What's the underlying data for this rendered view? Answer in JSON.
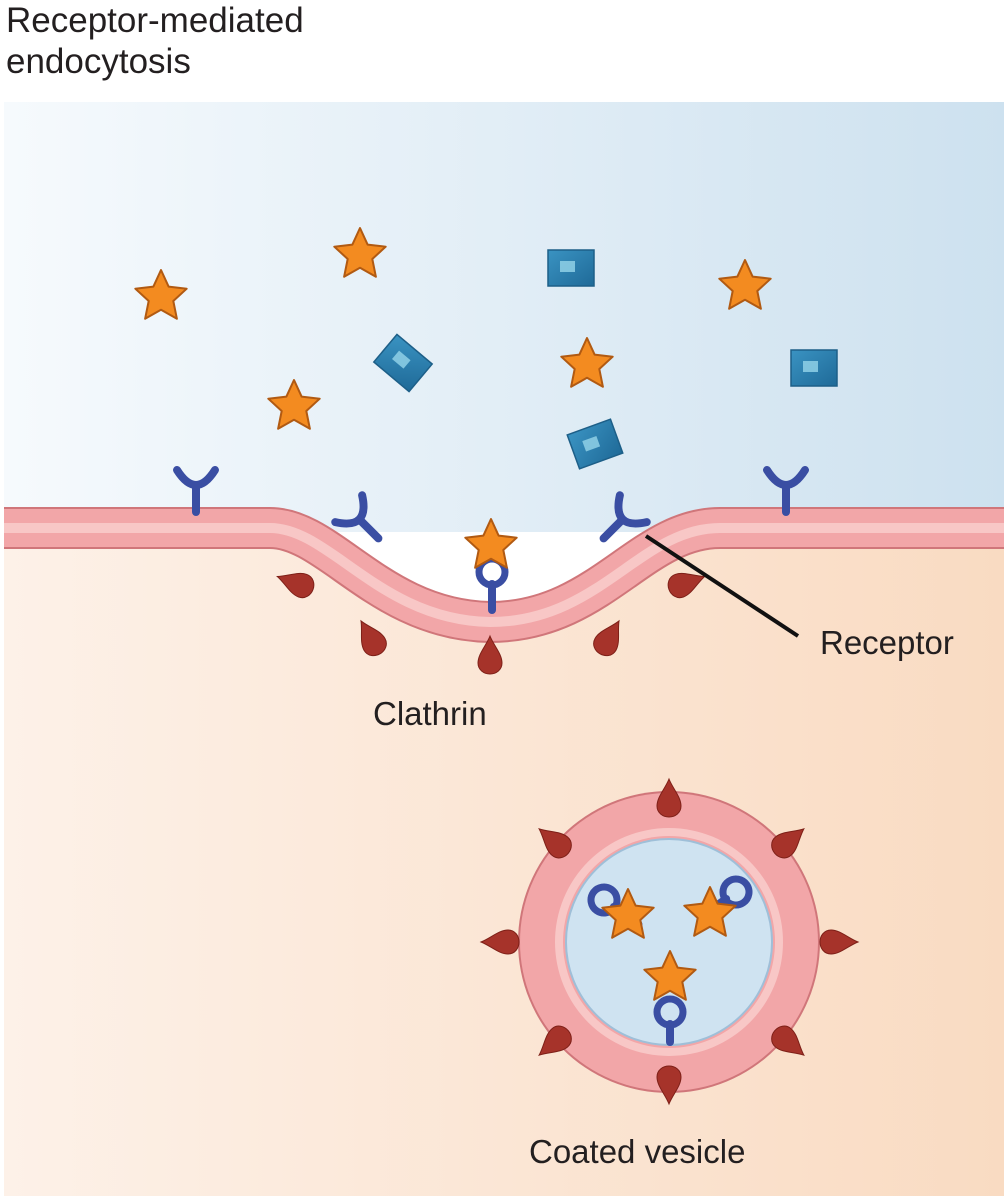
{
  "title": {
    "line1": "Receptor-mediated",
    "line2": "endocytosis"
  },
  "labels": {
    "receptor": "Receptor",
    "clathrin": "Clathrin",
    "coated_vesicle": "Coated vesicle"
  },
  "colors": {
    "extracellular_light": "#f4f9fd",
    "extracellular_dark": "#cfe2f0",
    "cytoplasm_light": "#fdf0e6",
    "cytoplasm_dark": "#fadcc3",
    "membrane_outer": "#f2a8aa",
    "membrane_inner": "#f7c3c3",
    "membrane_edge": "#d0767a",
    "receptor": "#3a4ea3",
    "ligand_star": "#f38b20",
    "ligand_star_edge": "#b45a10",
    "other_molecule": "#2f86b5",
    "clathrin": "#a6332a",
    "vesicle_lumen": "#cfe3f1"
  },
  "icons": [
    "star-ligand-icon",
    "square-molecule-icon",
    "receptor-icon",
    "clathrin-icon"
  ]
}
